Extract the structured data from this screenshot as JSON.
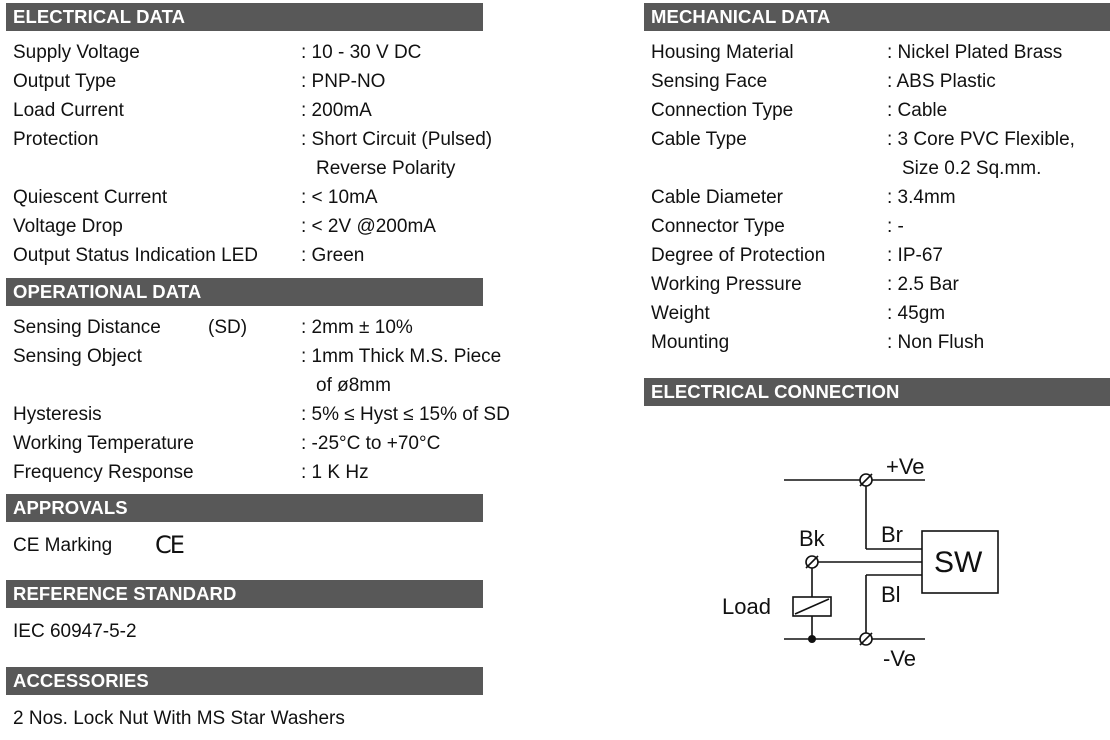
{
  "electrical": {
    "header": "ELECTRICAL DATA",
    "rows": [
      {
        "label": "Supply Voltage",
        "value": ": 10 - 30 V DC"
      },
      {
        "label": "Output Type",
        "value": ": PNP-NO"
      },
      {
        "label": "Load Current",
        "value": ": 200mA"
      },
      {
        "label": "Protection",
        "value": ": Short Circuit (Pulsed)",
        "value2": "Reverse Polarity"
      },
      {
        "label": "Quiescent Current",
        "value": ": < 10mA"
      },
      {
        "label": "Voltage Drop",
        "value": ": < 2V @200mA"
      },
      {
        "label": "Output Status Indication LED",
        "value": ": Green"
      }
    ]
  },
  "operational": {
    "header": "OPERATIONAL DATA",
    "rows": [
      {
        "label": "Sensing Distance",
        "label_note": "(SD)",
        "value": ": 2mm ± 10%"
      },
      {
        "label": "Sensing Object",
        "value": ": 1mm Thick M.S. Piece",
        "value2": "of ø8mm"
      },
      {
        "label": "Hysteresis",
        "value": ": 5% ≤ Hyst ≤ 15% of SD"
      },
      {
        "label": "Working Temperature",
        "value": ": -25°C to +70°C"
      },
      {
        "label": "Frequency Response",
        "value": ": 1 K Hz"
      }
    ]
  },
  "approvals": {
    "header": "APPROVALS",
    "text": "CE Marking",
    "mark": "CE"
  },
  "reference": {
    "header": "REFERENCE STANDARD",
    "text": "IEC 60947-5-2"
  },
  "accessories": {
    "header": "ACCESSORIES",
    "text": "2 Nos. Lock Nut With MS Star Washers"
  },
  "mechanical": {
    "header": "MECHANICAL DATA",
    "rows": [
      {
        "label": "Housing Material",
        "value": ": Nickel Plated Brass"
      },
      {
        "label": "Sensing Face",
        "value": ": ABS Plastic"
      },
      {
        "label": "Connection Type",
        "value": ": Cable"
      },
      {
        "label": "Cable Type",
        "value": ": 3 Core PVC Flexible,",
        "value2": "Size 0.2 Sq.mm."
      },
      {
        "label": "Cable Diameter",
        "value": ": 3.4mm"
      },
      {
        "label": "Connector Type",
        "value": ": -"
      },
      {
        "label": "Degree of Protection",
        "value": ": IP-67"
      },
      {
        "label": "Working Pressure",
        "value": ": 2.5 Bar"
      },
      {
        "label": "Weight",
        "value": ": 45gm"
      },
      {
        "label": "Mounting",
        "value": ": Non Flush"
      }
    ]
  },
  "connection": {
    "header": "ELECTRICAL CONNECTION",
    "diagram": {
      "pos": "+Ve",
      "neg": "-Ve",
      "br": "Br",
      "bk": "Bk",
      "bl": "Bl",
      "sw": "SW",
      "load": "Load"
    }
  }
}
